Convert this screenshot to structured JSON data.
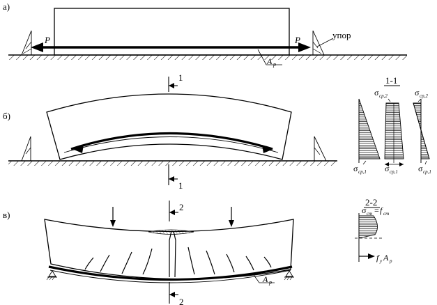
{
  "panels": {
    "a": {
      "label": "а)",
      "force_left": "P",
      "force_right": "P",
      "stop_label": "упор",
      "tendon_label": "A",
      "tendon_sub": "p"
    },
    "b": {
      "label": "б)",
      "section_top": "1",
      "section_bottom": "1",
      "diagram_title": "1-1",
      "sigma": "σ",
      "sub1": "ср,1",
      "sub2": "ср,2"
    },
    "c": {
      "label": "в)",
      "section_top": "2",
      "section_bottom": "2",
      "tendon_label": "A",
      "tendon_sub": "p",
      "diagram_title": "2-2",
      "sigma": "σ",
      "sub_cm": "cm",
      "eq": "=",
      "f": "f",
      "f_sub": "cm",
      "force_f": "f",
      "force_f_sub": "y",
      "force_A": "A",
      "force_A_sub": "p"
    }
  },
  "colors": {
    "ink": "#000000",
    "hatch": "#000000",
    "background": "#ffffff"
  }
}
